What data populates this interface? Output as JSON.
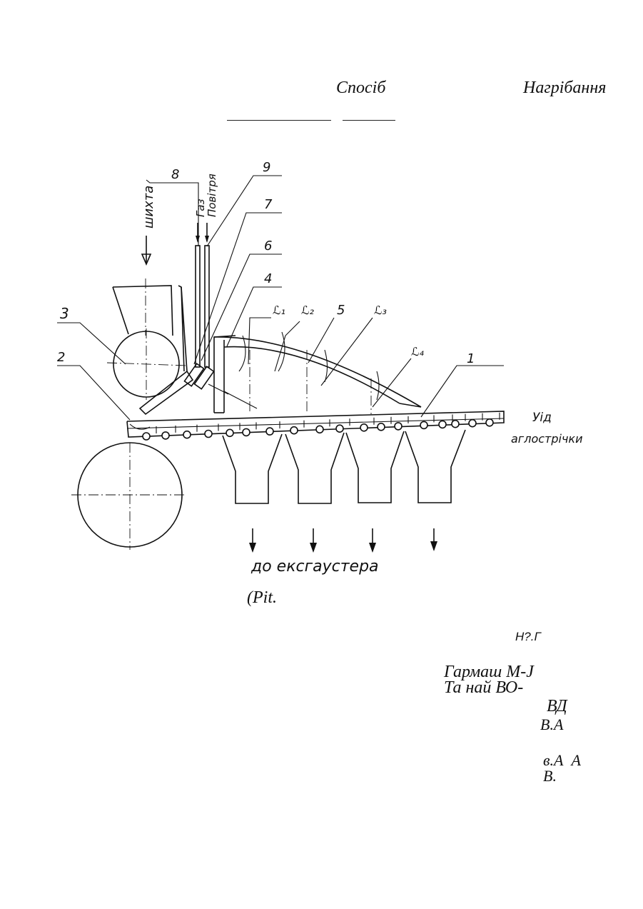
{
  "header": {
    "left_word": "Спосіб",
    "right_word": "Нагрібання"
  },
  "figure": {
    "labels": {
      "shykhta": "шихта",
      "gaz": "Газ",
      "povitria": "Повітря",
      "n1": "1",
      "n2": "2",
      "n3": "3",
      "n4": "4",
      "n5": "5",
      "n6": "6",
      "n7": "7",
      "n8": "8",
      "n9": "9",
      "a1": "ℒ₁",
      "a2": "ℒ₂",
      "a3": "ℒ₃",
      "a4": "ℒ₄",
      "from_belt_1": "Уід",
      "from_belt_2": "аглострічки",
      "to_exhauster": "до ексгаустера"
    },
    "caption": "(Pit."
  },
  "code": "Н?.Г",
  "authors": [
    "Гармаш M-J",
    "Та най ВО-",
    "ВД",
    "В.А",
    "в.А  А",
    "В."
  ]
}
